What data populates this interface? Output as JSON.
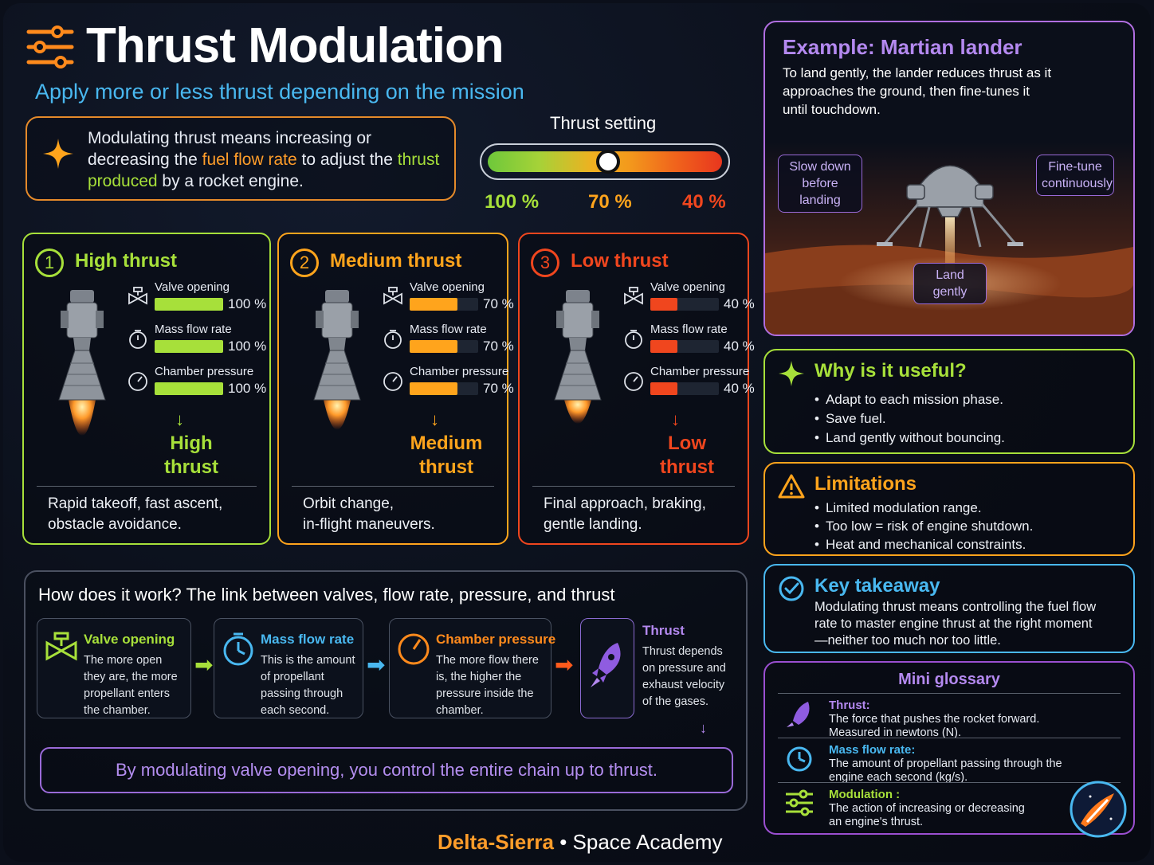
{
  "header": {
    "title": "Thrust Modulation",
    "subtitle": "Apply more or less thrust depending on the mission"
  },
  "intro": {
    "part1": "Modulating thrust means increasing or decreasing the ",
    "hl1": "fuel flow rate",
    "part2": " to adjust the ",
    "hl2": "thrust produced",
    "part3": " by a rocket engine."
  },
  "thrust_setting": {
    "label": "Thrust setting",
    "value_pct": 70,
    "ticks": [
      "100 %",
      "70 %",
      "40 %"
    ]
  },
  "cards": [
    {
      "num": "1",
      "title": "High thrust",
      "color": "#a7e03a",
      "valve_label": "Valve opening",
      "valve_val": "100 %",
      "flow_label": "Mass flow rate",
      "flow_val": "100 %",
      "pressure_label": "Chamber pressure",
      "pressure_val": "100 %",
      "level": 1.0,
      "big1": "High",
      "big2": "thrust",
      "desc1": "Rapid takeoff, fast ascent,",
      "desc2": "obstacle avoidance."
    },
    {
      "num": "2",
      "title": "Medium thrust",
      "color": "#ffa41c",
      "valve_label": "Valve opening",
      "valve_val": "70 %",
      "flow_label": "Mass flow rate",
      "flow_val": "70 %",
      "pressure_label": "Chamber pressure",
      "pressure_val": "70 %",
      "level": 0.7,
      "big1": "Medium",
      "big2": "thrust",
      "desc1": "Orbit change,",
      "desc2": "in-flight maneuvers."
    },
    {
      "num": "3",
      "title": "Low thrust",
      "color": "#f0461e",
      "valve_label": "Valve opening",
      "valve_val": "40 %",
      "flow_label": "Mass flow rate",
      "flow_val": "40 %",
      "pressure_label": "Chamber pressure",
      "pressure_val": "40 %",
      "level": 0.4,
      "big1": "Low",
      "big2": "thrust",
      "desc1": "Final approach, braking,",
      "desc2": "gentle landing."
    }
  ],
  "how": {
    "title": "How does it work? The link between valves, flow rate, pressure, and thrust",
    "steps": [
      {
        "title": "Valve opening",
        "desc": "The more open they are, the more propellant enters the chamber."
      },
      {
        "title": "Mass flow rate",
        "desc": "This is the amount of propellant passing through each second."
      },
      {
        "title": "Chamber pressure",
        "desc": "The more flow there is, the higher the pressure inside the chamber."
      },
      {
        "title": "Thrust",
        "desc": "Thrust depends on pressure and exhaust velocity of the gases."
      }
    ],
    "conclusion": "By modulating valve opening, you control the entire chain up to thrust."
  },
  "example": {
    "title": "Example: Martian lander",
    "desc": "To land gently, the lander reduces thrust as it approaches the ground, then fine-tunes it until touchdown.",
    "tag_left": "Slow down before landing",
    "tag_right": "Fine-tune continuously",
    "tag_bottom": "Land gently"
  },
  "why": {
    "title": "Why is it useful?",
    "items": [
      "Adapt to each mission phase.",
      "Save fuel.",
      "Land gently without bouncing."
    ]
  },
  "limits": {
    "title": "Limitations",
    "items": [
      "Limited modulation range.",
      "Too low = risk of engine shutdown.",
      "Heat and mechanical constraints."
    ]
  },
  "takeaway": {
    "title": "Key takeaway",
    "desc": "Modulating thrust means controlling the fuel flow rate to master engine thrust at the right moment—neither too much nor too little."
  },
  "glossary": {
    "title": "Mini glossary",
    "items": [
      {
        "name": "Thrust:",
        "desc": "The force that pushes the rocket forward. Measured in newtons (N)."
      },
      {
        "name": "Mass flow rate:",
        "desc": "The amount of propellant passing through the engine each second (kg/s)."
      },
      {
        "name": "Modulation :",
        "desc": "The action of increasing or decreasing an engine's thrust."
      }
    ]
  },
  "footer": {
    "brand": "Delta-Sierra",
    "sep": "•",
    "rest": "Space Academy"
  },
  "colors": {
    "green": "#a7e03a",
    "orange": "#ffa41c",
    "red": "#f0461e",
    "blue": "#49b8f0",
    "purple": "#b489f0"
  }
}
